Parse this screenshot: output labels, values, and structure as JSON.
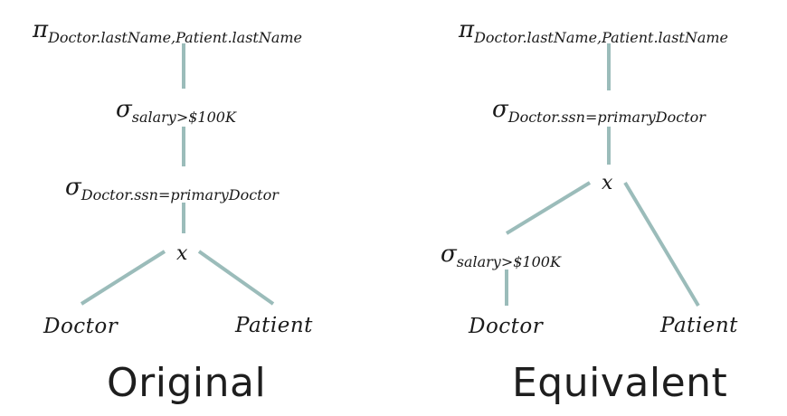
{
  "trees": {
    "original": {
      "projection": {
        "symbol": "π",
        "attrs": "Doctor.lastName,Patient.lastName"
      },
      "select_salary": {
        "symbol": "σ",
        "cond": "salary>$100K"
      },
      "select_ssn": {
        "symbol": "σ",
        "cond": "Doctor.ssn=primaryDoctor"
      },
      "cross": "x",
      "left_leaf": "Doctor",
      "right_leaf": "Patient",
      "caption": "Original"
    },
    "equivalent": {
      "projection": {
        "symbol": "π",
        "attrs": "Doctor.lastName,Patient.lastName"
      },
      "select_ssn": {
        "symbol": "σ",
        "cond": "Doctor.ssn=primaryDoctor"
      },
      "cross": "x",
      "select_salary": {
        "symbol": "σ",
        "cond": "salary>$100K"
      },
      "left_leaf": "Doctor",
      "right_leaf": "Patient",
      "caption": "Equivalent"
    }
  },
  "colors": {
    "edge": "#9bbcba",
    "text": "#1a1a1a"
  }
}
